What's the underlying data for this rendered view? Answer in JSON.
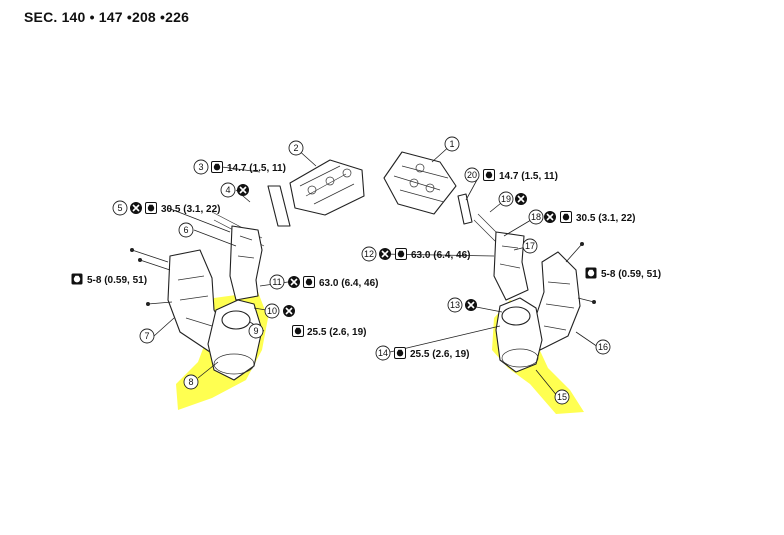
{
  "header": {
    "section": "SEC. 140 • 147 •208 •226"
  },
  "colors": {
    "highlight": "#ffff33",
    "ink": "#222222"
  },
  "icons": {
    "torque": "torque-wrench-icon",
    "replace": "do-not-reuse-icon"
  },
  "callouts": [
    {
      "id": "1",
      "spec": ""
    },
    {
      "id": "2",
      "spec": ""
    },
    {
      "id": "3",
      "spec": "14.7 (1.5, 11)"
    },
    {
      "id": "4",
      "spec": ""
    },
    {
      "id": "5",
      "spec": "30.5 (3.1, 22)"
    },
    {
      "id": "6",
      "spec": ""
    },
    {
      "id": "7",
      "spec": ""
    },
    {
      "id": "8",
      "spec": ""
    },
    {
      "id": "9",
      "spec": "25.5 (2.6, 19)"
    },
    {
      "id": "10",
      "spec": ""
    },
    {
      "id": "11",
      "spec": "63.0 (6.4, 46)"
    },
    {
      "id": "12",
      "spec": "63.0 (6.4, 46)"
    },
    {
      "id": "13",
      "spec": ""
    },
    {
      "id": "14",
      "spec": "25.5 (2.6, 19)"
    },
    {
      "id": "15",
      "spec": ""
    },
    {
      "id": "16",
      "spec": ""
    },
    {
      "id": "17",
      "spec": ""
    },
    {
      "id": "18",
      "spec": "30.5 (3.1, 22)"
    },
    {
      "id": "19",
      "spec": ""
    },
    {
      "id": "20",
      "spec": "14.7 (1.5, 11)"
    }
  ],
  "standalone_specs": [
    {
      "side": "left",
      "spec": "5-8 (0.59, 51)"
    },
    {
      "side": "right",
      "spec": "5-8 (0.59, 51)"
    }
  ]
}
